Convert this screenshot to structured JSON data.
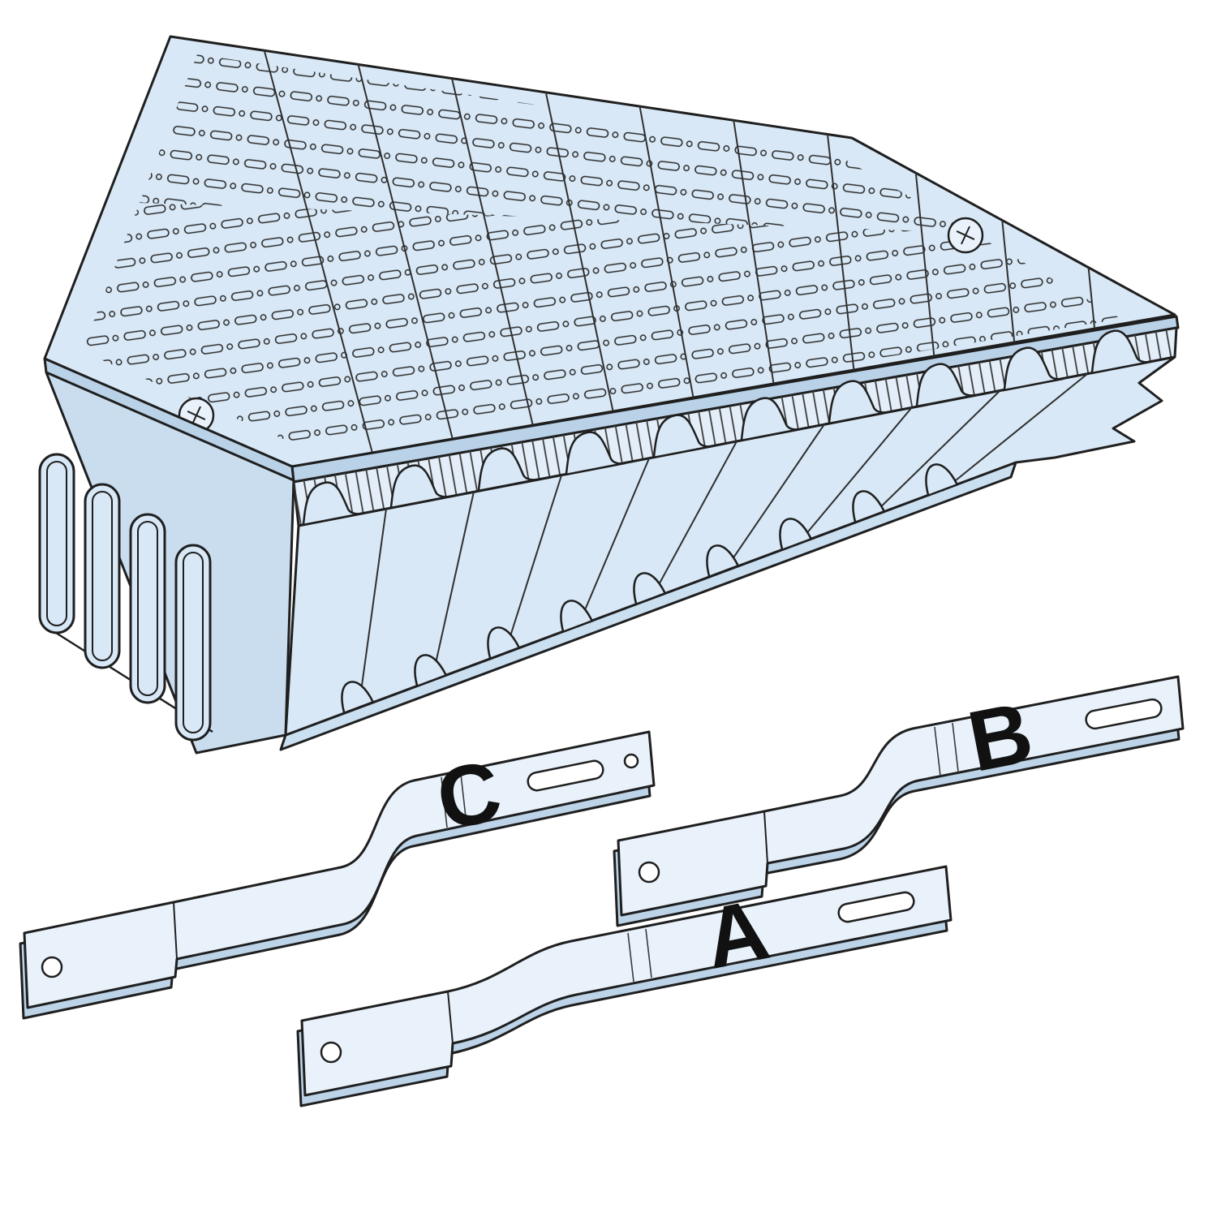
{
  "illustration": {
    "busbar_labels": {
      "a": "A",
      "b": "B",
      "c": "C"
    },
    "colors": {
      "background": "#ffffff",
      "body_fill": "#d8e8f6",
      "body_fill_dark": "#c9ddef",
      "recess_fill": "#e3eef9",
      "edge_fill": "#b9d2e8",
      "skirt_fill": "#cadff0",
      "bar_fill": "#e9f2fb",
      "bar_edge_fill": "#bcd3e8",
      "hole_fill": "#ffffff",
      "outline": "#1f1f1f",
      "label_text": "#111111"
    }
  }
}
